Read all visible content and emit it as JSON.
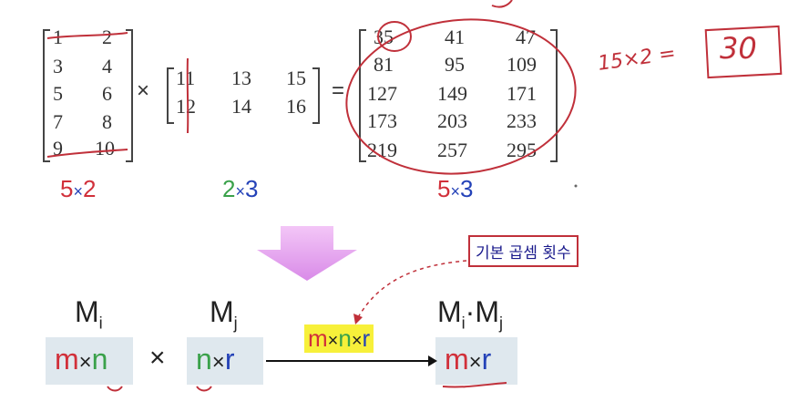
{
  "matrixA": {
    "rows": [
      [
        "1",
        "2"
      ],
      [
        "3",
        "4"
      ],
      [
        "5",
        "6"
      ],
      [
        "7",
        "8"
      ],
      [
        "9",
        "10"
      ]
    ],
    "dims": {
      "m": "5",
      "x": "×",
      "n": "2"
    }
  },
  "matrixB": {
    "rows": [
      [
        "11",
        "13",
        "15"
      ],
      [
        "12",
        "14",
        "16"
      ]
    ],
    "dims": {
      "m": "2",
      "x": "×",
      "n": "3"
    }
  },
  "matrixC": {
    "rows": [
      [
        "35",
        "41",
        "47"
      ],
      [
        "81",
        "95",
        "109"
      ],
      [
        "127",
        "149",
        "171"
      ],
      [
        "173",
        "203",
        "233"
      ],
      [
        "219",
        "257",
        "295"
      ]
    ],
    "dims": {
      "m": "5",
      "x": "×",
      "n": "3"
    }
  },
  "operators": {
    "times": "×",
    "equals": "="
  },
  "handwritten_note": {
    "expr": "15×2 =",
    "result": "30"
  },
  "formula": {
    "mi_base": "M",
    "mi_sub": "i",
    "mj_base": "M",
    "mj_sub": "j",
    "prod_base1": "M",
    "prod_sub1": "i",
    "dot": "·",
    "prod_base2": "M",
    "prod_sub2": "j",
    "mi_dim": {
      "a": "m",
      "x": "×",
      "b": "n"
    },
    "mj_dim": {
      "a": "n",
      "x": "×",
      "b": "r"
    },
    "prod_dim": {
      "a": "m",
      "x": "×",
      "b": "r"
    },
    "times": "×",
    "cost": {
      "a": "m",
      "x1": "×",
      "b": "n",
      "x2": "×",
      "c": "r"
    },
    "callout": "기본 곱셈 횟수"
  },
  "colors": {
    "red": "#d1303a",
    "green": "#3aa14a",
    "blue": "#2442b8",
    "highlight": "#f7f03a",
    "box": "#dfe8ee",
    "arrow": "#e8a0f0"
  }
}
